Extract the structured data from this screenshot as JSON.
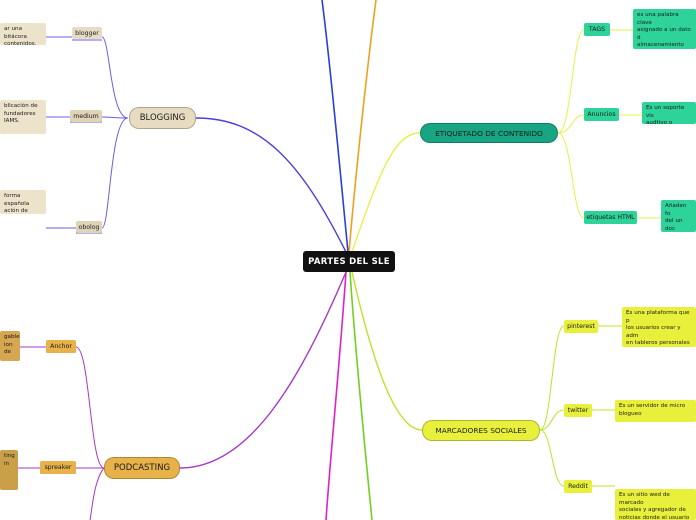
{
  "central": {
    "label": "PARTES DEL SLE"
  },
  "branches": {
    "blogging": {
      "label": "BLOGGING",
      "color": "#e8dcc0",
      "line": "#4a3fd9"
    },
    "etiquetado": {
      "label": "ETIQUETADO DE CONTENIDO",
      "color": "#17a584",
      "line": "#e7f04a"
    },
    "marcadores": {
      "label": "MARCADORES SOCIALES",
      "color": "#e9f03c",
      "line": "#b9e42a"
    },
    "podcasting": {
      "label": "PODCASTING",
      "color": "#e8b24a",
      "line": "#a637c9"
    }
  },
  "blogging_items": [
    {
      "label": "blogger",
      "desc": "ar una bitácora\ncontenidos."
    },
    {
      "label": "medium",
      "desc": "blicación de\nfundadores\nIAMS."
    },
    {
      "label": "obolog",
      "desc": "forma española\nación de blogs"
    }
  ],
  "etiquetado_items": [
    {
      "label": "TAGS",
      "desc": "es una palabra clave\nasignado a un dato d\nalmacenamiento en e\nrepositorio."
    },
    {
      "label": "Anuncios",
      "desc": "Es un soporte vis\naudtivo o audiovi"
    },
    {
      "label": "etiquetas HTML",
      "desc": "Añaden fo\ndel un doc\ntextos en n"
    }
  ],
  "marcadores_items": [
    {
      "label": "pinterest",
      "desc": "Es una plataforma que p\nlos usuarios crear y adm\nen tableros personales y\ntemáticos."
    },
    {
      "label": "twitter",
      "desc": "Es un servidor de micro\nblogueo"
    },
    {
      "label": "Reddit",
      "desc": "Es un sitio wed de marcado\nsociales y agregador de\nnoticias donde el usuario"
    }
  ],
  "podcasting_items": [
    {
      "label": "Anchor",
      "desc": "gable\nion de"
    },
    {
      "label": "spreaker",
      "desc": "ting\nin"
    }
  ]
}
